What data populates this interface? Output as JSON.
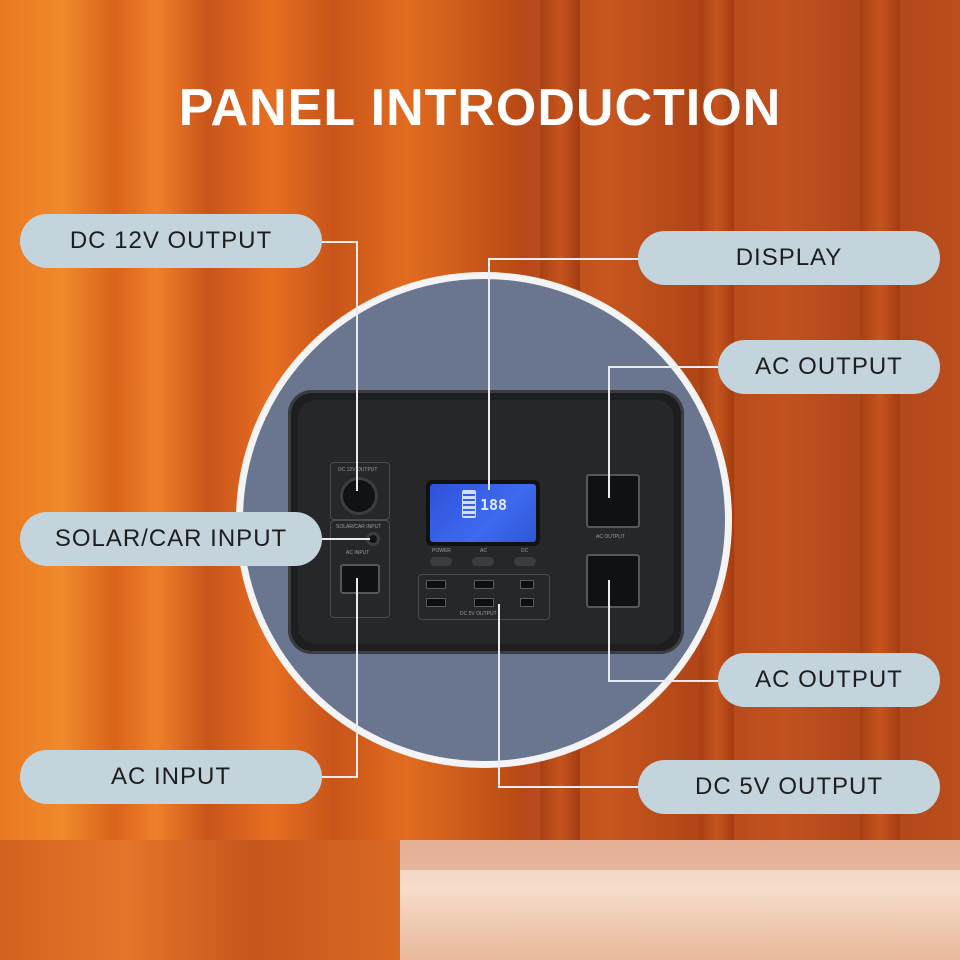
{
  "title": "PANEL INTRODUCTION",
  "labels": {
    "dc12v": "DC 12V OUTPUT",
    "solar_car": "SOLAR/CAR INPUT",
    "ac_input": "AC INPUT",
    "display": "DISPLAY",
    "ac_output_top": "AC OUTPUT",
    "ac_output_bottom": "AC OUTPUT",
    "dc5v": "DC 5V OUTPUT"
  },
  "device": {
    "dc12v_tag": "DC 12V OUTPUT",
    "solar_tag": "SOLAR/CAR INPUT",
    "ac_input_tag": "AC INPUT",
    "ac_output_tag": "AC OUTPUT",
    "dc5v_tag": "DC 5V OUTPUT",
    "buttons": [
      "POWER",
      "AC",
      "DC"
    ],
    "lcd_value": "188"
  },
  "colors": {
    "pill_bg": "#c3d4dc",
    "circle_bg": "#6a7690",
    "device_body": "#1d1e20",
    "lcd": "#3e6af0"
  }
}
